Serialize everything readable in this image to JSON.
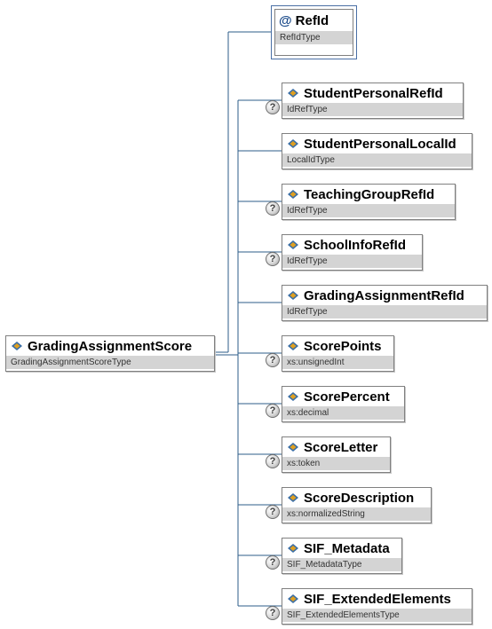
{
  "root": {
    "name": "GradingAssignmentScore",
    "type": "GradingAssignmentScoreType"
  },
  "attribute": {
    "symbol": "@",
    "name": "RefId",
    "type": "RefIdType"
  },
  "optional_symbol": "?",
  "children": [
    {
      "name": "StudentPersonalRefId",
      "type": "IdRefType",
      "optional": true
    },
    {
      "name": "StudentPersonalLocalId",
      "type": "LocalIdType",
      "optional": false
    },
    {
      "name": "TeachingGroupRefId",
      "type": "IdRefType",
      "optional": true
    },
    {
      "name": "SchoolInfoRefId",
      "type": "IdRefType",
      "optional": true
    },
    {
      "name": "GradingAssignmentRefId",
      "type": "IdRefType",
      "optional": false
    },
    {
      "name": "ScorePoints",
      "type": "xs:unsignedInt",
      "optional": true
    },
    {
      "name": "ScorePercent",
      "type": "xs:decimal",
      "optional": true
    },
    {
      "name": "ScoreLetter",
      "type": "xs:token",
      "optional": true
    },
    {
      "name": "ScoreDescription",
      "type": "xs:normalizedString",
      "optional": true
    },
    {
      "name": "SIF_Metadata",
      "type": "SIF_MetadataType",
      "optional": true
    },
    {
      "name": "SIF_ExtendedElements",
      "type": "SIF_ExtendedElementsType",
      "optional": true
    }
  ],
  "colors": {
    "connector": "#2e5d8a",
    "type_band": "#d4d4d4",
    "attr_border": "#4a6fa5"
  }
}
